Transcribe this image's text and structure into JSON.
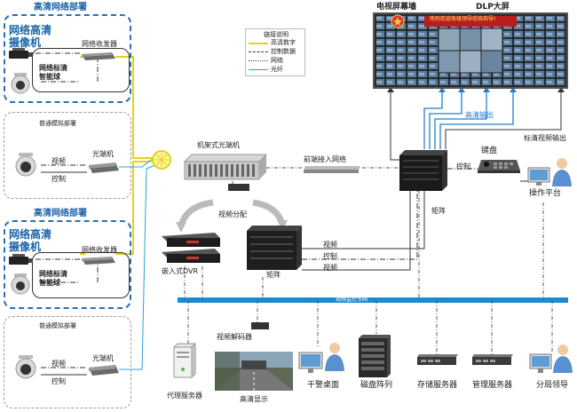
{
  "colors": {
    "hd_signal": "#e6d21b",
    "control": "#2b2b2b",
    "network": "#555555",
    "fiber": "#27a3d8",
    "hd_output": "#1f7fd1",
    "network_bus": "#1b8bd3",
    "title_blue": "#1a63a8"
  },
  "sections": {
    "hd_top_title": "高清网络部署",
    "hd_top_label": "网络高清\n摄像机",
    "hd_top_transceiver": "网络收发器",
    "hd_top_dome": "网络标清\n智能球",
    "analog_top_title": "普通模拟部署",
    "analog_top_video": "视频",
    "analog_top_control": "控制",
    "analog_top_optical": "光端机",
    "hd_bottom_title": "高清网络部署",
    "hd_bottom_label": "网络高清\n摄像机",
    "hd_bottom_transceiver": "网络收发器",
    "hd_bottom_dome": "网络标清\n智能球",
    "analog_bottom_title": "普通模拟部署",
    "analog_bottom_video": "视频",
    "analog_bottom_control": "控制",
    "analog_bottom_optical": "光端机"
  },
  "legend": {
    "title": "链接说明",
    "items": [
      "高清数字",
      "控制数据",
      "网络",
      "光纤"
    ]
  },
  "devices": {
    "rack_optical": "机架式光端机",
    "front_network": "前端接入网络",
    "video_split": "视频分配",
    "dvr": "嵌入式DVR",
    "matrix_mid": "矩阵",
    "matrix_main": "矩阵",
    "keyboard": "键盘",
    "console": "操作平台",
    "video_decoder": "视频解码器",
    "hd_display": "高清显示",
    "proxy_server": "代理服务器",
    "police_desktop": "干警桌面",
    "disk_array": "磁盘阵列",
    "storage_server": "存储服务器",
    "mgmt_server": "管理服务器",
    "branch_leader": "分局领导"
  },
  "video_wall": {
    "left_title": "电视屏幕墙",
    "right_title": "DLP大屏",
    "banner": "热烈欢迎各级领导莅临指导!"
  },
  "link_labels": {
    "hd_output": "高清输出",
    "sd_output": "标清视频输出",
    "control_kb": "控制",
    "mx_video1": "视频",
    "mx_control": "控制",
    "mx_video2": "视频",
    "bus": "视频监控专网"
  }
}
